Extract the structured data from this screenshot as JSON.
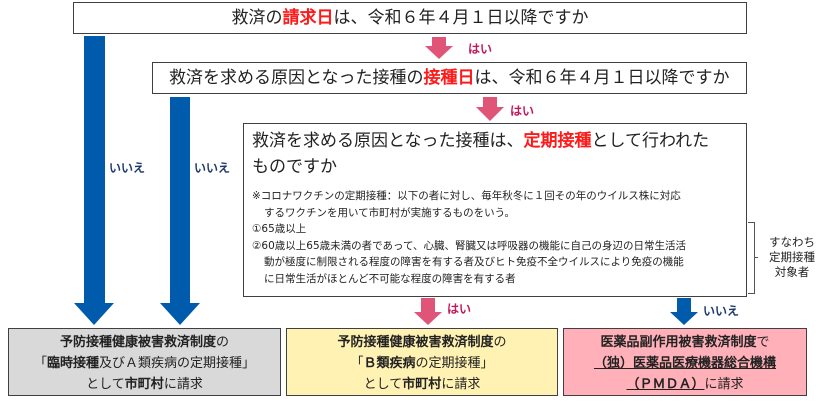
{
  "question1": {
    "prefix": "救済の",
    "highlight": "請求日",
    "suffix": "は、令和６年４月１日以降ですか"
  },
  "question2": {
    "prefix": "救済を求める原因となった接種の",
    "highlight": "接種日",
    "suffix": "は、令和６年４月１日以降ですか"
  },
  "question3": {
    "prefix": "救済を求める原因となった接種は、",
    "highlight": "定期接種",
    "suffix": "として行われたものですか",
    "note_line1": "※コロナワクチンの定期接種：以下の者に対し、毎年秋冬に１回その年のウイルス株に対応",
    "note_line2": "するワクチンを用いて市町村が実施するものをいう。",
    "criteria": [
      "①65歳以上",
      "②60歳以上65歳未満の者であって、心臓、腎臓又は呼吸器の機能に自己の身辺の日常生活活",
      "動が極度に制限される程度の障害を有する者及びヒト免疫不全ウイルスにより免疫の機能",
      "に日常生活がほとんど不可能な程度の障害を有する者"
    ]
  },
  "side_note": {
    "line1": "すなわち",
    "line2": "定期接種",
    "line3": "対象者"
  },
  "labels": {
    "yes": "はい",
    "no": "いいえ"
  },
  "results": {
    "gray": {
      "line1_bold": "予防接種健康被害救済制度",
      "line1_rest": "の",
      "line2_open": "「",
      "line2_bold": "臨時接種",
      "line2_mid": "及びＡ類疾病の定期接種",
      "line2_close": "」",
      "line3_pre": "として",
      "line3_bold": "市町村",
      "line3_post": "に請求"
    },
    "yellow": {
      "line1_bold": "予防接種健康被害救済制度",
      "line1_rest": "の",
      "line2_open": "「",
      "line2_bold": "Ｂ類疾病",
      "line2_mid": "の定期接種",
      "line2_close": "」",
      "line3_pre": "として",
      "line3_bold": "市町村",
      "line3_post": "に請求"
    },
    "pink": {
      "line1_bold": "医薬品副作用被害救済制度",
      "line1_rest": "で",
      "line2_bold": "（独）医薬品医療機器総合機構",
      "line3_bold": "（ＰＭＤＡ）",
      "line3_post": "に請求"
    }
  },
  "colors": {
    "no_arrow": "#005bac",
    "yes_arrow": "#e05577",
    "highlight_red": "#ff1a1a",
    "gray_box": "#d9d9d9",
    "yellow_box": "#fff2b3",
    "pink_box": "#ffb0b8"
  }
}
